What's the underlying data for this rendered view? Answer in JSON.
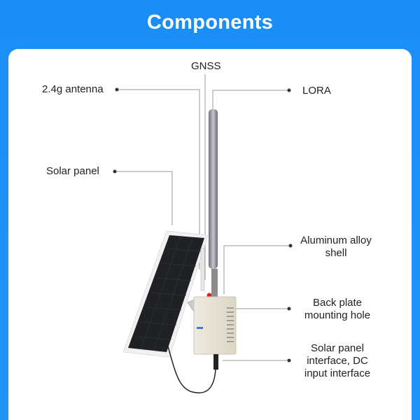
{
  "title": "Components",
  "labels": {
    "gnss": "GNSS",
    "antenna24": "2.4g antenna",
    "lora": "LORA",
    "solar_panel": "Solar panel",
    "aluminum_1": "Aluminum alloy",
    "aluminum_2": "shell",
    "backplate_1": "Back plate",
    "backplate_2": "mounting hole",
    "interface_1": "Solar panel",
    "interface_2": "interface, DC",
    "interface_3": "input interface"
  },
  "colors": {
    "accent": "#1a8ef6",
    "leader": "#9a9a9a"
  }
}
